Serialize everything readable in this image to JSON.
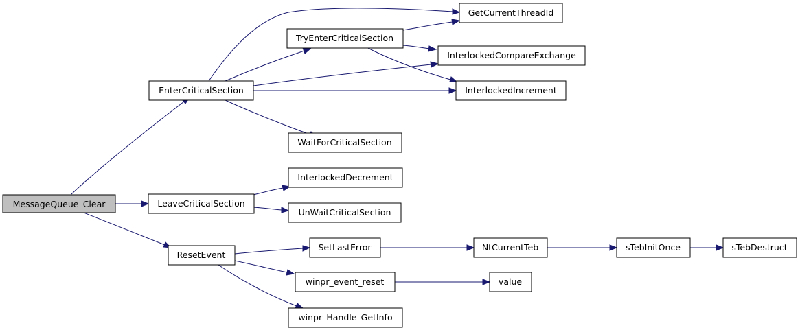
{
  "colors": {
    "edge": "#191970",
    "node_border": "#000000",
    "root_fill": "#bfbfbf",
    "node_fill": "#ffffff"
  },
  "nodes": {
    "message_queue_clear": "MessageQueue_Clear",
    "enter_critical_section": "EnterCriticalSection",
    "try_enter_critical_section": "TryEnterCriticalSection",
    "get_current_thread_id": "GetCurrentThreadId",
    "interlocked_compare_exchange": "InterlockedCompareExchange",
    "interlocked_increment": "InterlockedIncrement",
    "wait_for_critical_section": "WaitForCriticalSection",
    "interlocked_decrement": "InterlockedDecrement",
    "leave_critical_section": "LeaveCriticalSection",
    "unwait_critical_section": "UnWaitCriticalSection",
    "set_last_error": "SetLastError",
    "nt_current_teb": "NtCurrentTeb",
    "steb_init_once": "sTebInitOnce",
    "steb_destruct": "sTebDestruct",
    "reset_event": "ResetEvent",
    "winpr_event_reset": "winpr_event_reset",
    "value": "value",
    "winpr_handle_getinfo": "winpr_Handle_GetInfo"
  },
  "edges": [
    [
      "message_queue_clear",
      "enter_critical_section"
    ],
    [
      "message_queue_clear",
      "leave_critical_section"
    ],
    [
      "message_queue_clear",
      "reset_event"
    ],
    [
      "enter_critical_section",
      "get_current_thread_id"
    ],
    [
      "enter_critical_section",
      "try_enter_critical_section"
    ],
    [
      "enter_critical_section",
      "interlocked_compare_exchange"
    ],
    [
      "enter_critical_section",
      "interlocked_increment"
    ],
    [
      "enter_critical_section",
      "wait_for_critical_section"
    ],
    [
      "try_enter_critical_section",
      "get_current_thread_id"
    ],
    [
      "try_enter_critical_section",
      "interlocked_compare_exchange"
    ],
    [
      "try_enter_critical_section",
      "interlocked_increment"
    ],
    [
      "leave_critical_section",
      "interlocked_decrement"
    ],
    [
      "leave_critical_section",
      "unwait_critical_section"
    ],
    [
      "reset_event",
      "set_last_error"
    ],
    [
      "reset_event",
      "winpr_event_reset"
    ],
    [
      "reset_event",
      "winpr_handle_getinfo"
    ],
    [
      "set_last_error",
      "nt_current_teb"
    ],
    [
      "nt_current_teb",
      "steb_init_once"
    ],
    [
      "steb_init_once",
      "steb_destruct"
    ],
    [
      "winpr_event_reset",
      "value"
    ]
  ]
}
